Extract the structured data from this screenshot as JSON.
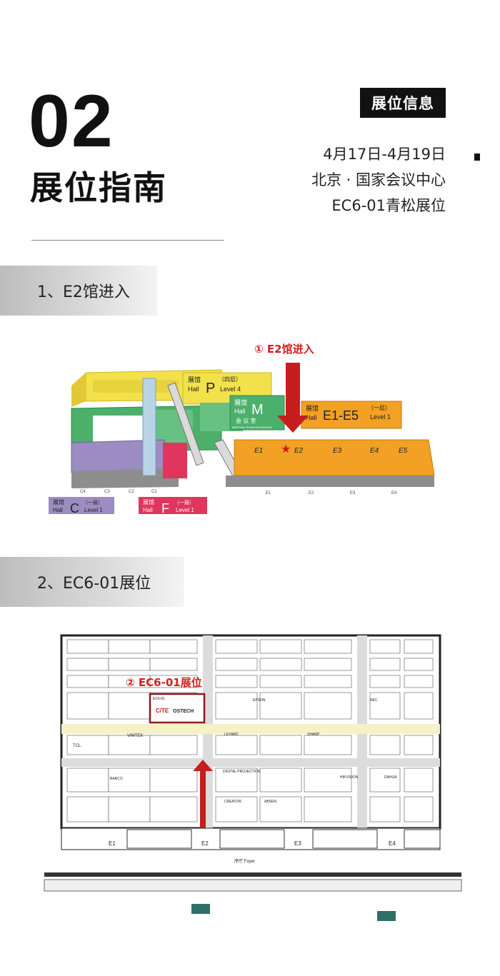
{
  "header": {
    "number": "02",
    "title": "展位指南",
    "badge": "展位信息",
    "dates": "4月17日-4月19日",
    "venue": "北京 · 国家会议中心",
    "booth": "EC6-01青松展位"
  },
  "sections": {
    "step1": "1、E2馆进入",
    "step2": "2、EC6-01展位"
  },
  "map1": {
    "annotation": "① E2馆进入",
    "hall_p": {
      "cn": "展馆",
      "en": "Hall",
      "letter": "P",
      "level_cn": "（四层）",
      "level_en": "Level 4"
    },
    "hall_m": {
      "cn": "展馆",
      "en": "Hall",
      "letter": "M",
      "sub_cn": "会 议 室",
      "sub_en": "MEETING ROOM EXHIBITION"
    },
    "hall_e": {
      "cn": "展馆",
      "en": "Hall",
      "letter": "E1-E5",
      "level_cn": "（一层）",
      "level_en": "Level 1"
    },
    "hall_c": {
      "cn": "展馆",
      "en": "Hall",
      "letter": "C",
      "level_cn": "（一层）",
      "level_en": "Level 1"
    },
    "hall_f": {
      "cn": "展馆",
      "en": "Hall",
      "letter": "F",
      "level_cn": "（一层）",
      "level_en": "Level 1"
    },
    "e_halls": [
      "E1",
      "E2",
      "E3",
      "E4",
      "E5"
    ],
    "gates_e": [
      "E1",
      "E2",
      "E3",
      "E4"
    ],
    "gates_c": [
      "C4",
      "C3",
      "C2",
      "C1"
    ],
    "colors": {
      "yellow": "#f2e14a",
      "green": "#4caf6a",
      "purple": "#9b8cc2",
      "orange": "#f2a124",
      "pink": "#e0365d",
      "arrow": "#c81d1d"
    }
  },
  "map2": {
    "annotation": "② EC6-01展位",
    "booth_id": "EC6-01",
    "booth_logo_left": "C/TE",
    "booth_logo_right": "OSTECH",
    "entrances": [
      "E1",
      "E2",
      "E3",
      "E4"
    ],
    "foyer": "序厅 Foyer",
    "booth_names": [
      "TCL",
      "VIMTEK",
      "DIGITAL PROJECTION",
      "BARCO",
      "LEYARD",
      "SHARP",
      "CREATOR",
      "ABSEN",
      "DAHUA",
      "HIKVISION",
      "EPSON",
      "NEC"
    ]
  }
}
